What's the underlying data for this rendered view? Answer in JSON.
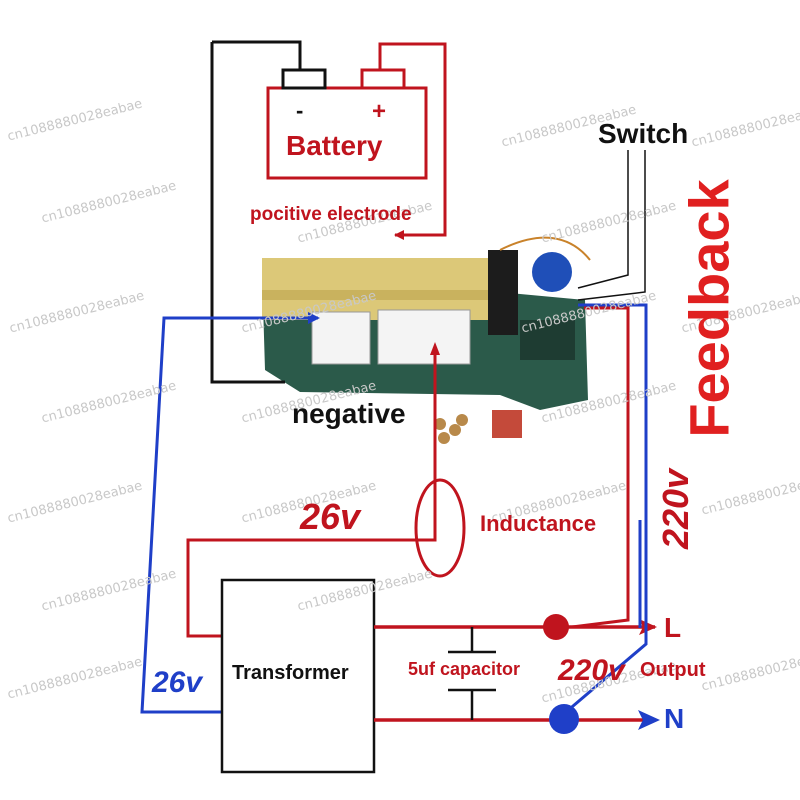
{
  "labels": {
    "battery": "Battery",
    "battery_minus": "-",
    "battery_plus": "+",
    "positive_electrode": "pocitive electrode",
    "switch": "Switch",
    "feedback": "Feedback",
    "negative": "negative",
    "inductance": "Inductance",
    "v26_top": "26v",
    "v26_left": "26v",
    "v220_right": "220v",
    "v220_output": "220v",
    "output": "Output",
    "transformer": "Transformer",
    "capacitor": "5uf capacitor",
    "l_terminal": "L",
    "n_terminal": "N"
  },
  "watermark": "cn1088880028eabae",
  "colors": {
    "red": "#c0141e",
    "blue": "#1f3fc8",
    "black": "#111111",
    "board_green": "#2b5a4a",
    "heatsink": "#dcc878",
    "feedback_red": "#e02020"
  }
}
